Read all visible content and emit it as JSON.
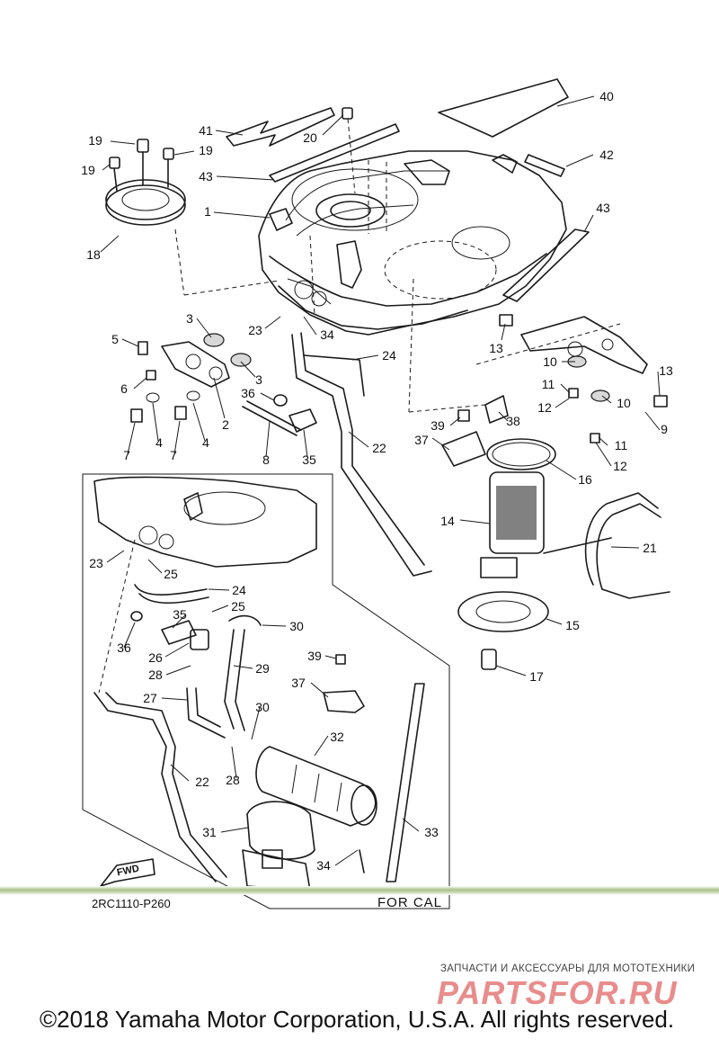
{
  "diagram": {
    "code": "2RC1110-P260",
    "for_cal": "FOR CAL",
    "fwd": "FWD",
    "callouts": [
      {
        "id": "c40",
        "label": "40"
      },
      {
        "id": "c41",
        "label": "41"
      },
      {
        "id": "c20",
        "label": "20"
      },
      {
        "id": "c19a",
        "label": "19"
      },
      {
        "id": "c19b",
        "label": "19"
      },
      {
        "id": "c19c",
        "label": "19"
      },
      {
        "id": "c42",
        "label": "42"
      },
      {
        "id": "c43a",
        "label": "43"
      },
      {
        "id": "c43b",
        "label": "43"
      },
      {
        "id": "c1",
        "label": "1"
      },
      {
        "id": "c18",
        "label": "18"
      },
      {
        "id": "c3a",
        "label": "3"
      },
      {
        "id": "c3b",
        "label": "3"
      },
      {
        "id": "c23a",
        "label": "23"
      },
      {
        "id": "c34a",
        "label": "34"
      },
      {
        "id": "c5",
        "label": "5"
      },
      {
        "id": "c24a",
        "label": "24"
      },
      {
        "id": "c13a",
        "label": "13"
      },
      {
        "id": "c13b",
        "label": "13"
      },
      {
        "id": "c10a",
        "label": "10"
      },
      {
        "id": "c10b",
        "label": "10"
      },
      {
        "id": "c6",
        "label": "6"
      },
      {
        "id": "c36a",
        "label": "36"
      },
      {
        "id": "c11a",
        "label": "11"
      },
      {
        "id": "c11b",
        "label": "11"
      },
      {
        "id": "c12a",
        "label": "12"
      },
      {
        "id": "c12b",
        "label": "12"
      },
      {
        "id": "c2",
        "label": "2"
      },
      {
        "id": "c9",
        "label": "9"
      },
      {
        "id": "c4a",
        "label": "4"
      },
      {
        "id": "c4b",
        "label": "4"
      },
      {
        "id": "c7a",
        "label": "7"
      },
      {
        "id": "c7b",
        "label": "7"
      },
      {
        "id": "c39a",
        "label": "39"
      },
      {
        "id": "c38",
        "label": "38"
      },
      {
        "id": "c8",
        "label": "8"
      },
      {
        "id": "c35a",
        "label": "35"
      },
      {
        "id": "c22a",
        "label": "22"
      },
      {
        "id": "c37a",
        "label": "37"
      },
      {
        "id": "c16",
        "label": "16"
      },
      {
        "id": "c14",
        "label": "14"
      },
      {
        "id": "c21",
        "label": "21"
      },
      {
        "id": "c23b",
        "label": "23"
      },
      {
        "id": "c25a",
        "label": "25"
      },
      {
        "id": "c24b",
        "label": "24"
      },
      {
        "id": "c25b",
        "label": "25"
      },
      {
        "id": "c35b",
        "label": "35"
      },
      {
        "id": "c15",
        "label": "15"
      },
      {
        "id": "c36b",
        "label": "36"
      },
      {
        "id": "c30a",
        "label": "30"
      },
      {
        "id": "c26",
        "label": "26"
      },
      {
        "id": "c17",
        "label": "17"
      },
      {
        "id": "c39b",
        "label": "39"
      },
      {
        "id": "c28a",
        "label": "28"
      },
      {
        "id": "c29",
        "label": "29"
      },
      {
        "id": "c37b",
        "label": "37"
      },
      {
        "id": "c27",
        "label": "27"
      },
      {
        "id": "c30b",
        "label": "30"
      },
      {
        "id": "c32",
        "label": "32"
      },
      {
        "id": "c22b",
        "label": "22"
      },
      {
        "id": "c28b",
        "label": "28"
      },
      {
        "id": "c31",
        "label": "31"
      },
      {
        "id": "c33",
        "label": "33"
      },
      {
        "id": "c34b",
        "label": "34"
      }
    ]
  },
  "watermark": {
    "tagline": "ЗАПЧАСТИ И АКСЕССУАРЫ ДЛЯ МОТОТЕХНИКИ",
    "brand": "PARTSFOR.RU"
  },
  "copyright": "©2018 Yamaha Motor Corporation, U.S.A. All rights reserved."
}
